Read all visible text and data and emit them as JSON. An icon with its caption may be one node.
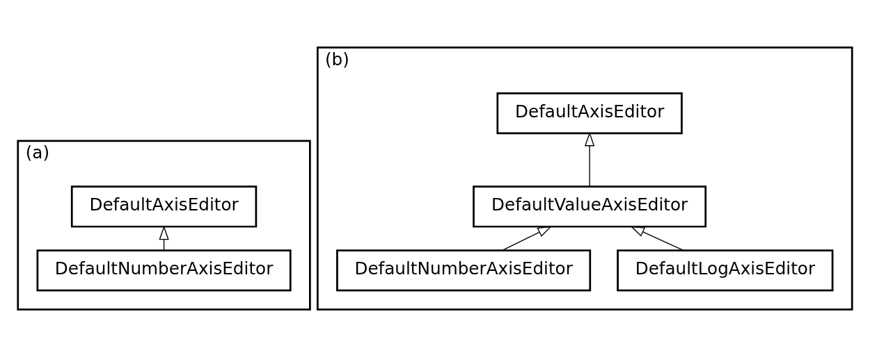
{
  "diagram": {
    "nodes": [
      {
        "text": [
          "(a)"
        ]
      },
      {
        "text": [
          "DefaultAxisEditor"
        ],
        "in": 0
      },
      {
        "text": [
          "DefaultNumberAxisEditor"
        ],
        "in": 0
      },
      {
        "text": [
          "(b)"
        ]
      },
      {
        "text": [
          "DefaultAxisEditor"
        ],
        "in": 3
      },
      {
        "text": [
          "DefaultValueAxisEditor"
        ],
        "in": 3
      },
      {
        "text": [
          "DefaultLogAxisEditor"
        ],
        "in": 3
      },
      {
        "text": [
          "DefaultNumberAxisEditor"
        ],
        "in": 3
      }
    ],
    "edges": [
      {
        "from": 2,
        "to": 1,
        "arrow": "to"
      },
      {
        "from": 5,
        "to": 4,
        "arrow": "to"
      },
      {
        "from": 6,
        "to": 5,
        "arrow": "to"
      },
      {
        "from": 7,
        "to": 5,
        "arrow": "to"
      }
    ]
  }
}
